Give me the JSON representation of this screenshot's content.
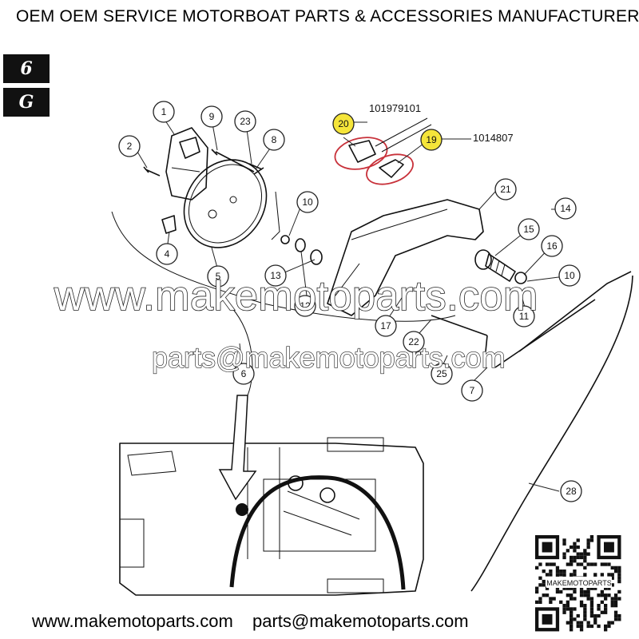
{
  "header": {
    "title": "OEM OEM SERVICE MOTORBOAT PARTS & ACCESSORIES MANUFACTURER"
  },
  "badges": [
    "6",
    "G"
  ],
  "part_numbers": {
    "part_20": "101979101",
    "part_19": "1014807"
  },
  "callouts": [
    "1",
    "2",
    "4",
    "5",
    "6",
    "7",
    "8",
    "9",
    "10",
    "10",
    "11",
    "12",
    "13",
    "14",
    "15",
    "16",
    "17",
    "21",
    "22",
    "23",
    "25",
    "28"
  ],
  "highlighted_callouts": [
    "20",
    "19"
  ],
  "watermark": {
    "site": "www.makemotoparts.com",
    "email": "parts@makemotoparts.com"
  },
  "qr": {
    "label": "MAKEMOTOPARTS"
  },
  "footer": {
    "website": "www.makemotoparts.com",
    "email": "parts@makemotoparts.com"
  },
  "colors": {
    "highlight": "#f5e53a",
    "highlight_ring": "#c8313a",
    "line": "#111111"
  }
}
